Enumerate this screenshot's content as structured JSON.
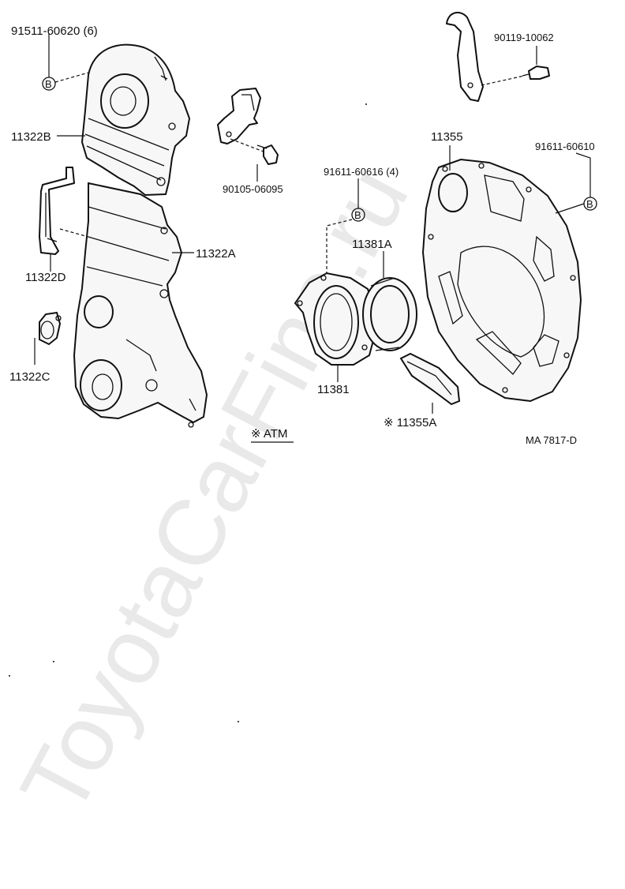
{
  "watermark": "ToyotaCarFine.ru",
  "figure_code": "MA  7817-D",
  "atm_note": "※ ATM",
  "marker_letter": "B",
  "labels": {
    "bolt_91511": "91511-60620 (6)",
    "cover_11322B": "11322B",
    "bracket_11322D": "11322D",
    "seal_11322C": "11322C",
    "cover_11322A": "11322A",
    "bolt_90105": "90105-06095",
    "bolt_90119": "90119-10062",
    "plate_11355": "11355",
    "bolt_91611_6": "91611-60610",
    "bolt_91611_4": "91611-60616 (4)",
    "seal_11381A": "11381A",
    "retainer_11381": "11381",
    "gasket_11355A": "※ 11355A"
  }
}
